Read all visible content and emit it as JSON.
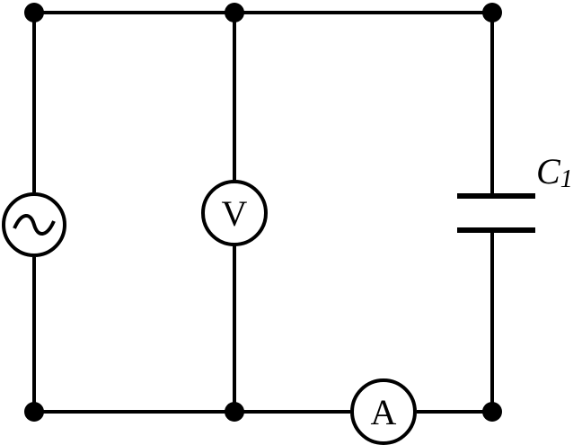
{
  "voltmeter": {
    "label": "V"
  },
  "ammeter": {
    "label": "A"
  },
  "capacitor": {
    "symbol": "C",
    "subscript": "1"
  },
  "colors": {
    "ink": "#000000",
    "background": "#ffffff"
  }
}
